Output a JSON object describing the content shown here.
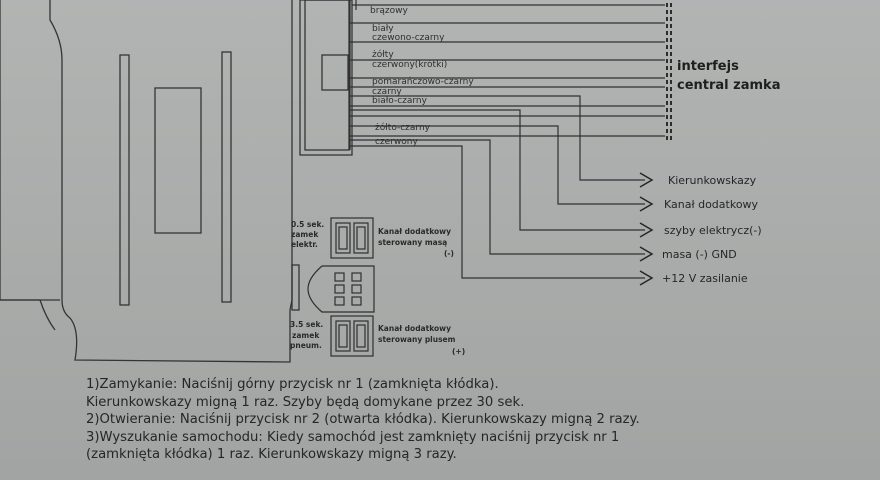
{
  "wires": [
    {
      "label": "brązowy"
    },
    {
      "label": "biały"
    },
    {
      "label": "czewono-czarny"
    },
    {
      "label": "żółty"
    },
    {
      "label": "czerwony(krótki)"
    },
    {
      "label": "pomarańczowo-czarny"
    },
    {
      "label": "czarny"
    },
    {
      "label": "biało-czarny"
    },
    {
      "label": "żółto-czarny"
    },
    {
      "label": "czerwony"
    }
  ],
  "interface_label": {
    "line1": "interfejs",
    "line2": "central zamka"
  },
  "outputs": [
    {
      "label": "Kierunkowskazy"
    },
    {
      "label": "Kanał dodatkowy"
    },
    {
      "label": "szyby elektrycz(-)"
    },
    {
      "label": "masa (-) GND"
    },
    {
      "label": "+12 V zasilanie"
    }
  ],
  "connector_top": {
    "left_line1": "0.5 sek.",
    "left_line2": "zamek",
    "left_line3": "elektr.",
    "right_line1": "Kanał dodatkowy",
    "right_line2": "sterowany masą",
    "right_line3": "(-)"
  },
  "connector_bottom": {
    "left_line1": "3.5 sek.",
    "left_line2": "zamek",
    "left_line3": "pneum.",
    "right_line1": "Kanał dodatkowy",
    "right_line2": "sterowany plusem",
    "right_line3": "(+)"
  },
  "instructions": [
    "1)Zamykanie: Naciśnij górny przycisk nr 1 (zamknięta kłódka).",
    "Kierunkowskazy migną 1 raz. Szyby będą domykane przez 30 sek.",
    "2)Otwieranie: Naciśnij przycisk nr 2 (otwarta kłódka). Kierunkowskazy migną 2 razy.",
    "3)Wyszukanie samochodu: Kiedy samochód jest zamknięty naciśnij przycisk nr 1",
    "(zamknięta kłódka) 1 raz. Kierunkowskazy migną 3 razy."
  ],
  "colors": {
    "line": "#2f2f2f",
    "paper": "#aeb0af",
    "text": "#262626"
  }
}
